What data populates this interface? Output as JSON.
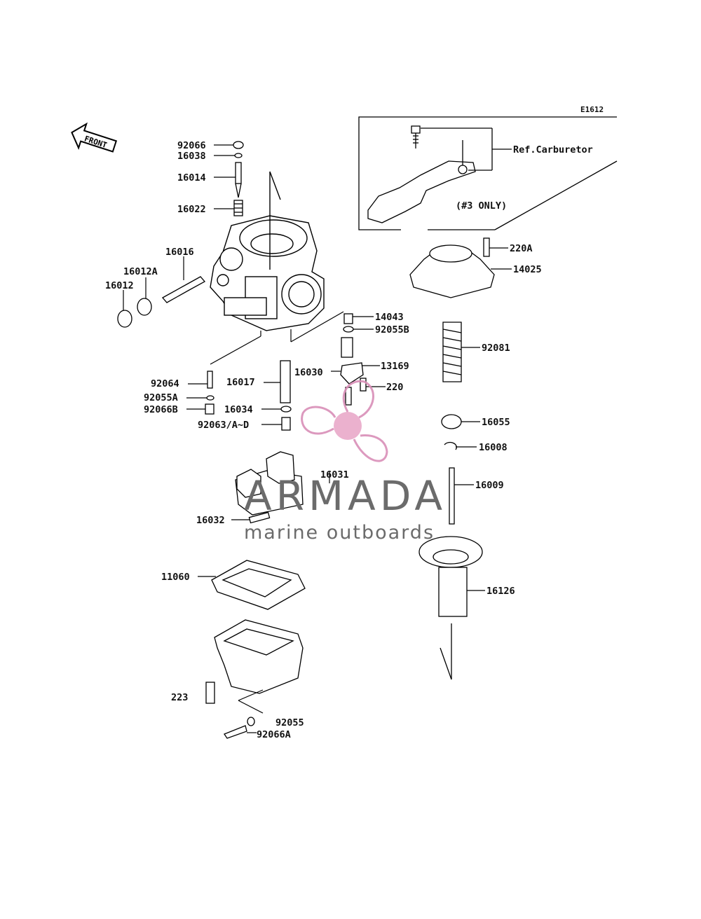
{
  "diagram_code": "E1612",
  "front_label": "FRONT",
  "ref_box": {
    "ref_label": "Ref.Carburetor",
    "note": "(#3 ONLY)"
  },
  "watermark": {
    "brand": "ARMADA",
    "tagline": "marine outboards",
    "colors": {
      "logo": "#d98fb8",
      "text": "#6b6b6b"
    }
  },
  "part_labels": [
    "92066",
    "16038",
    "16014",
    "16022",
    "16016",
    "16012A",
    "16012",
    "92064",
    "92055A",
    "92066B",
    "16017",
    "16034",
    "92063/A~D",
    "16030",
    "14043",
    "92055B",
    "13169",
    "220",
    "220A",
    "14025",
    "92081",
    "16055",
    "16008",
    "16009",
    "16031",
    "16032",
    "11060",
    "16126",
    "223",
    "92055",
    "92066A"
  ]
}
